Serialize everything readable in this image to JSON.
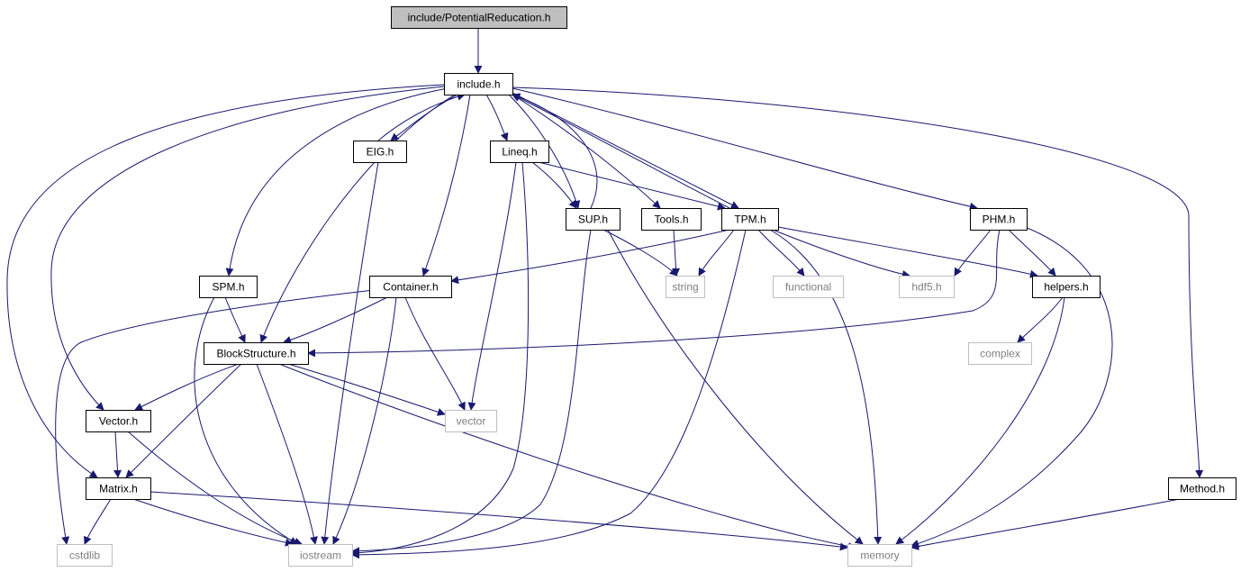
{
  "colors": {
    "edge": "#191970",
    "node_border": "#000000",
    "external_border": "#bfbfbf",
    "external_text": "#7f7f7f",
    "root_fill": "#bfbfbf"
  },
  "nodes": [
    {
      "id": "PotentialReducation",
      "label": "include/PotentialReducation.h",
      "kind": "root"
    },
    {
      "id": "include",
      "label": "include.h",
      "kind": "header"
    },
    {
      "id": "EIG",
      "label": "EIG.h",
      "kind": "header"
    },
    {
      "id": "Lineq",
      "label": "Lineq.h",
      "kind": "header"
    },
    {
      "id": "SUP",
      "label": "SUP.h",
      "kind": "header"
    },
    {
      "id": "Tools",
      "label": "Tools.h",
      "kind": "header"
    },
    {
      "id": "TPM",
      "label": "TPM.h",
      "kind": "header"
    },
    {
      "id": "PHM",
      "label": "PHM.h",
      "kind": "header"
    },
    {
      "id": "SPM",
      "label": "SPM.h",
      "kind": "header"
    },
    {
      "id": "Container",
      "label": "Container.h",
      "kind": "header"
    },
    {
      "id": "string",
      "label": "string",
      "kind": "external"
    },
    {
      "id": "functional",
      "label": "functional",
      "kind": "external"
    },
    {
      "id": "hdf5",
      "label": "hdf5.h",
      "kind": "external"
    },
    {
      "id": "helpers",
      "label": "helpers.h",
      "kind": "header"
    },
    {
      "id": "BlockStructure",
      "label": "BlockStructure.h",
      "kind": "header"
    },
    {
      "id": "complex",
      "label": "complex",
      "kind": "external"
    },
    {
      "id": "Vector",
      "label": "Vector.h",
      "kind": "header"
    },
    {
      "id": "vector",
      "label": "vector",
      "kind": "external"
    },
    {
      "id": "Matrix",
      "label": "Matrix.h",
      "kind": "header"
    },
    {
      "id": "Method",
      "label": "Method.h",
      "kind": "header"
    },
    {
      "id": "cstdlib",
      "label": "cstdlib",
      "kind": "external"
    },
    {
      "id": "iostream",
      "label": "iostream",
      "kind": "external"
    },
    {
      "id": "memory",
      "label": "memory",
      "kind": "external"
    }
  ],
  "edges": [
    [
      "PotentialReducation",
      "include"
    ],
    [
      "include",
      "EIG"
    ],
    [
      "include",
      "Lineq"
    ],
    [
      "include",
      "SUP"
    ],
    [
      "include",
      "Tools"
    ],
    [
      "include",
      "TPM"
    ],
    [
      "include",
      "PHM"
    ],
    [
      "include",
      "SPM"
    ],
    [
      "include",
      "Container"
    ],
    [
      "include",
      "BlockStructure"
    ],
    [
      "include",
      "Vector"
    ],
    [
      "include",
      "Matrix"
    ],
    [
      "include",
      "Method"
    ],
    [
      "EIG",
      "include"
    ],
    [
      "EIG",
      "iostream"
    ],
    [
      "Lineq",
      "SUP"
    ],
    [
      "Lineq",
      "TPM"
    ],
    [
      "Lineq",
      "vector"
    ],
    [
      "Lineq",
      "iostream"
    ],
    [
      "SUP",
      "include"
    ],
    [
      "SUP",
      "string"
    ],
    [
      "SUP",
      "memory"
    ],
    [
      "SUP",
      "iostream"
    ],
    [
      "Tools",
      "string"
    ],
    [
      "TPM",
      "include"
    ],
    [
      "TPM",
      "Container"
    ],
    [
      "TPM",
      "string"
    ],
    [
      "TPM",
      "functional"
    ],
    [
      "TPM",
      "hdf5"
    ],
    [
      "TPM",
      "helpers"
    ],
    [
      "TPM",
      "memory"
    ],
    [
      "TPM",
      "iostream"
    ],
    [
      "PHM",
      "hdf5"
    ],
    [
      "PHM",
      "helpers"
    ],
    [
      "PHM",
      "BlockStructure"
    ],
    [
      "PHM",
      "memory"
    ],
    [
      "SPM",
      "BlockStructure"
    ],
    [
      "SPM",
      "iostream"
    ],
    [
      "Container",
      "BlockStructure"
    ],
    [
      "Container",
      "vector"
    ],
    [
      "Container",
      "iostream"
    ],
    [
      "Container",
      "cstdlib"
    ],
    [
      "helpers",
      "complex"
    ],
    [
      "helpers",
      "memory"
    ],
    [
      "BlockStructure",
      "Vector"
    ],
    [
      "BlockStructure",
      "Matrix"
    ],
    [
      "BlockStructure",
      "vector"
    ],
    [
      "BlockStructure",
      "iostream"
    ],
    [
      "BlockStructure",
      "memory"
    ],
    [
      "Vector",
      "Matrix"
    ],
    [
      "Vector",
      "iostream"
    ],
    [
      "Matrix",
      "cstdlib"
    ],
    [
      "Matrix",
      "iostream"
    ],
    [
      "Matrix",
      "memory"
    ],
    [
      "Method",
      "memory"
    ]
  ]
}
